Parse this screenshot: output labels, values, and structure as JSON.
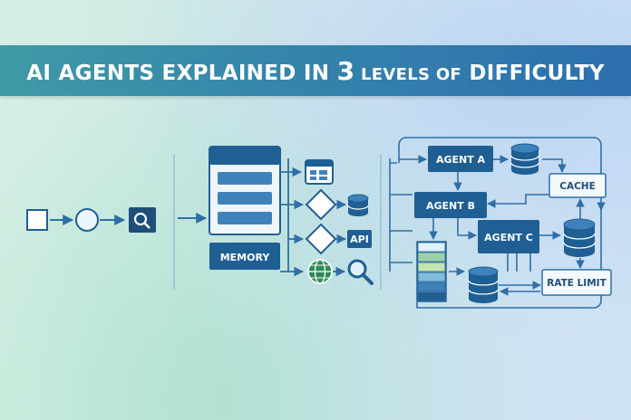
{
  "title": {
    "part1": "AI AGENTS EXPLAINED IN ",
    "part2": "3",
    "part3": " LEVELS ",
    "part4": "OF",
    "part5": " DIFFICULTY"
  },
  "level2": {
    "memory_label": "MEMORY",
    "api_label": "API"
  },
  "level3": {
    "agent_a": "AGENT A",
    "agent_b": "AGENT B",
    "agent_c": "AGENT C",
    "cache": "CACHE",
    "rate_limit": "RATE LIMIT"
  },
  "colors": {
    "primary": "#1f5f93",
    "line": "#2f6fa6",
    "accent_green": "#2e8b57"
  },
  "icons": [
    "search-icon",
    "calendar-icon",
    "database-icon",
    "globe-icon",
    "magnifier-icon"
  ]
}
